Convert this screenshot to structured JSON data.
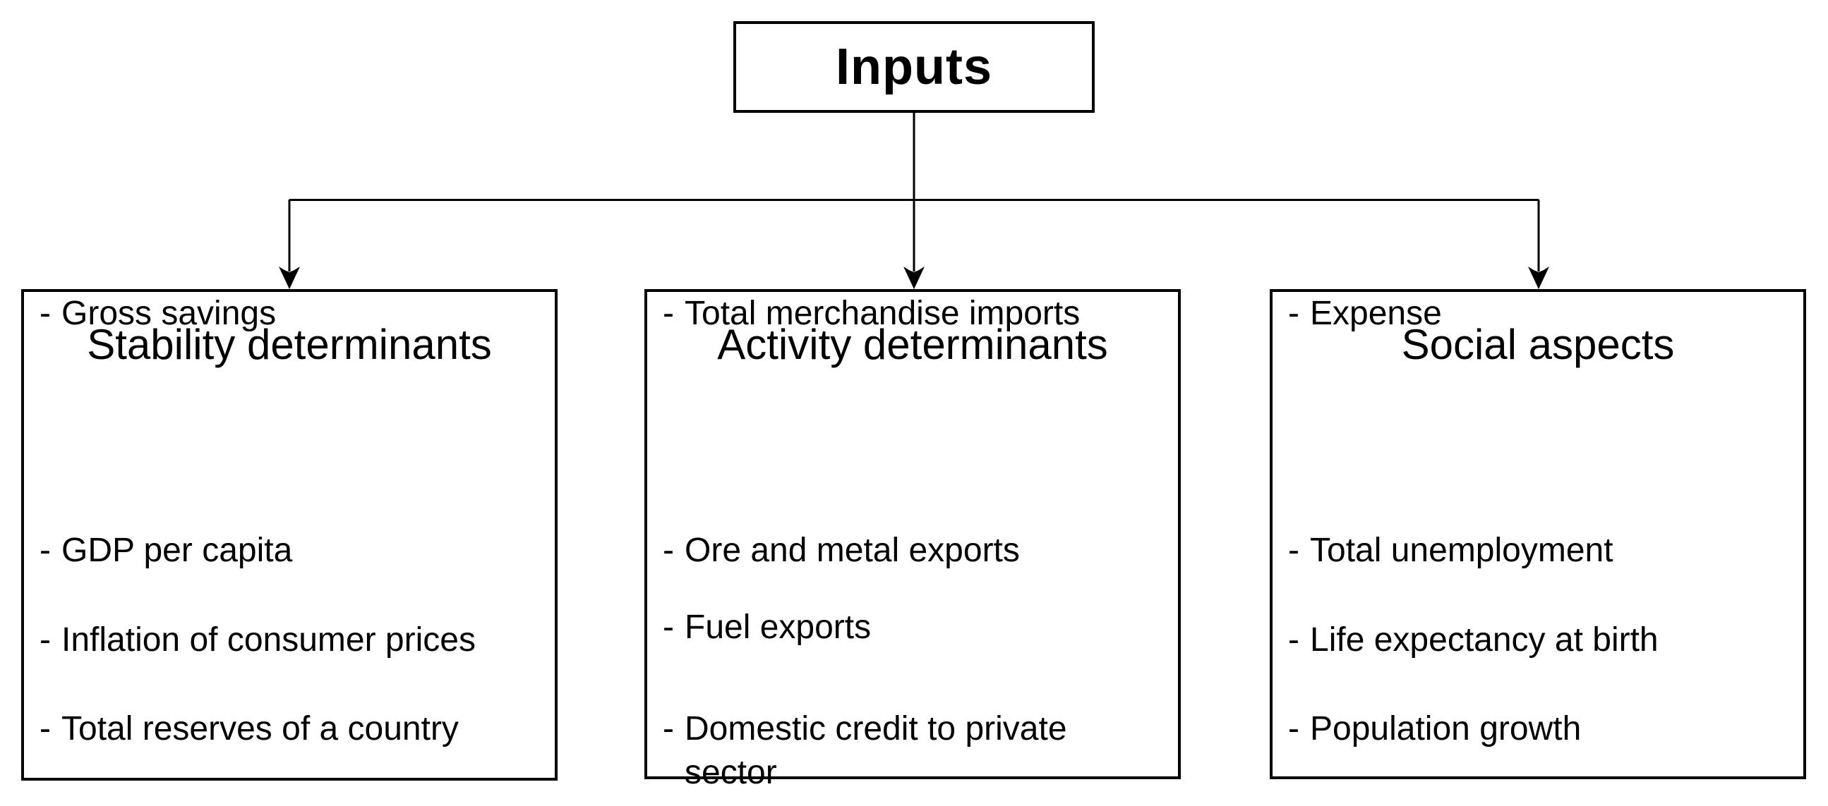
{
  "diagram": {
    "bullet": "-",
    "root": {
      "label": "Inputs"
    },
    "branches": [
      {
        "title": "Stability determinants",
        "items": [
          "GDP per capita",
          "Inflation of consumer prices",
          "Total reserves of a country",
          "Gross savings"
        ]
      },
      {
        "title": "Activity determinants",
        "items": [
          "Ore and metal exports",
          "Fuel exports",
          "Domestic credit to private sector",
          "Total merchandise imports"
        ]
      },
      {
        "title": "Social aspects",
        "items": [
          "Total unemployment",
          "Life expectancy at birth",
          "Population growth",
          "Expense"
        ]
      }
    ],
    "colors": {
      "background": "#ffffff",
      "line": "#000000",
      "text": "#000000"
    }
  }
}
